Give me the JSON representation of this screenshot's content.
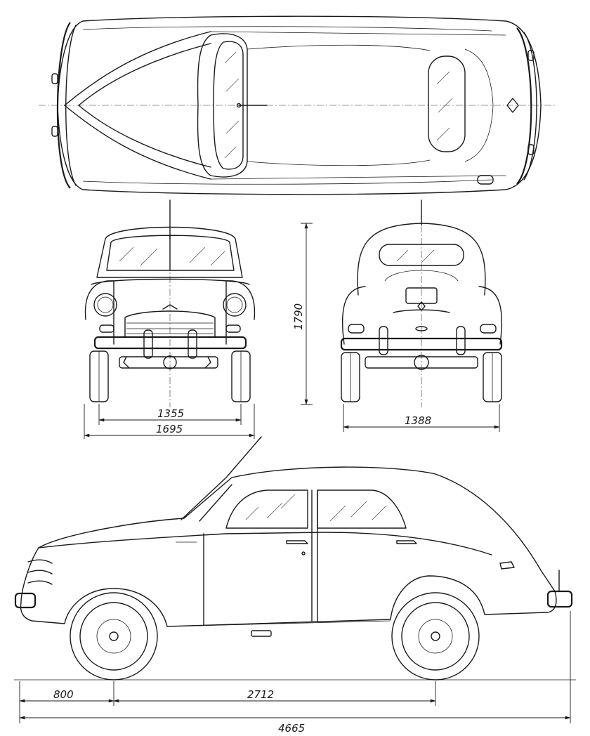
{
  "dimensions": {
    "front_track": "1355",
    "overall_width": "1695",
    "rear_track": "1388",
    "height": "1790",
    "front_overhang": "800",
    "wheelbase": "2712",
    "overall_length": "4665"
  }
}
